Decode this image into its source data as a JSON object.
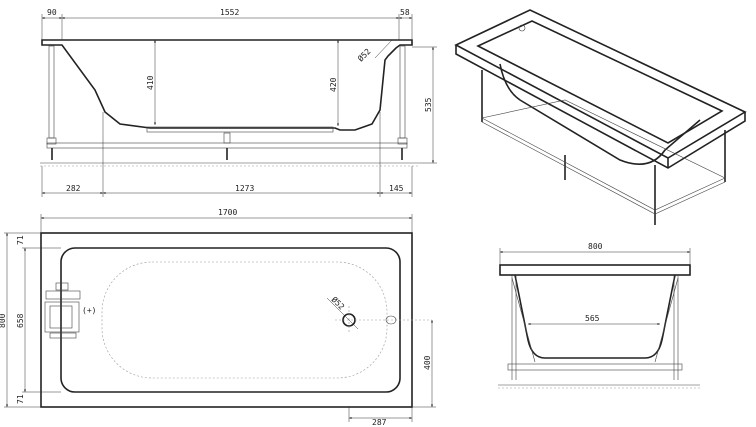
{
  "side_view": {
    "dims": {
      "left_rim": "90",
      "inner_length": "1552",
      "right_rim": "58",
      "depth_left": "410",
      "depth_right": "420",
      "overflow_diameter": "Ø52",
      "height": "535",
      "left_offset": "282",
      "bottom_length": "1273",
      "right_offset": "145"
    }
  },
  "top_view": {
    "dims": {
      "length": "1700",
      "width": "800",
      "inner_width": "658",
      "rim_top": "71",
      "rim_bottom": "71",
      "drain_diameter": "Ø52",
      "drain_height": "400",
      "drain_offset": "287",
      "plus_mark": "(+)"
    }
  },
  "front_view": {
    "dims": {
      "width": "800",
      "bottom_width": "565"
    }
  }
}
